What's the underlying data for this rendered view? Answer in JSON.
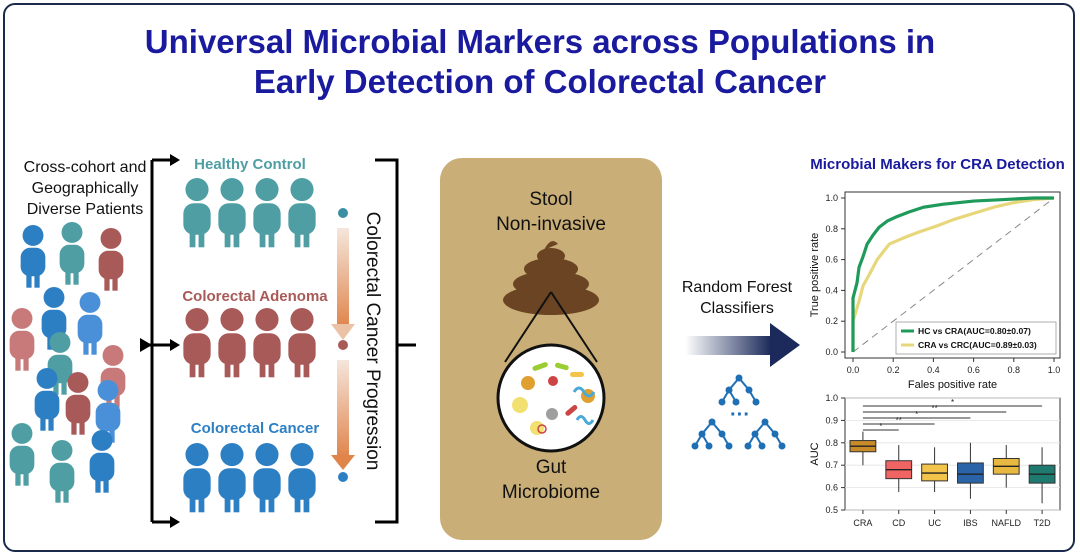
{
  "title_line1": "Universal Microbial Markers across Populations in",
  "title_line2": "Early Detection of Colorectal Cancer",
  "left_label": [
    "Cross-cohort and",
    "Geographically",
    "Diverse Patients"
  ],
  "groups": {
    "healthy": "Healthy Control",
    "adenoma": "Colorectal Adenoma",
    "cancer": "Colorectal Cancer"
  },
  "progression_label": "Colorectal Cancer Progression",
  "stool": {
    "line1": "Stool",
    "line2": "Non-invasive",
    "gut1": "Gut",
    "gut2": "Microbiome"
  },
  "classifier": {
    "line1": "Random Forest",
    "line2": "Classifiers",
    "dots": "···"
  },
  "colors": {
    "title": "#1a1a9e",
    "healthy": "#4e9ea3",
    "adenoma": "#a85a58",
    "cancer": "#2d7fc4",
    "stool_bg": "#c9ae78",
    "roc_hc_cra": "#1e9a5a",
    "roc_cra_crc": "#e8d77a"
  },
  "chart_data": [
    {
      "type": "line",
      "title": "Microbial Makers for CRA Detection",
      "xlabel": "Fales positive rate",
      "ylabel": "True positive rate",
      "xlim": [
        0,
        1
      ],
      "ylim": [
        0,
        1
      ],
      "xticks": [
        "0.0",
        "0.2",
        "0.4",
        "0.6",
        "0.8",
        "1.0"
      ],
      "yticks": [
        "0.0",
        "0.2",
        "0.4",
        "0.6",
        "0.8",
        "1.0"
      ],
      "legend_position": "bottom-right",
      "series": [
        {
          "name": "HC vs CRA(AUC=0.80±0.07)",
          "color": "#1e9a5a",
          "x": [
            0.0,
            0.0,
            0.02,
            0.03,
            0.05,
            0.07,
            0.1,
            0.13,
            0.17,
            0.22,
            0.28,
            0.35,
            0.45,
            0.6,
            0.75,
            0.9,
            1.0
          ],
          "y": [
            0.0,
            0.35,
            0.45,
            0.55,
            0.62,
            0.7,
            0.76,
            0.81,
            0.85,
            0.88,
            0.91,
            0.94,
            0.96,
            0.98,
            0.99,
            1.0,
            1.0
          ]
        },
        {
          "name": "CRA vs CRC(AUC=0.89±0.03)",
          "color": "#e8d77a",
          "x": [
            0.0,
            0.0,
            0.03,
            0.05,
            0.08,
            0.12,
            0.18,
            0.25,
            0.33,
            0.42,
            0.5,
            0.6,
            0.7,
            0.8,
            0.9,
            1.0
          ],
          "y": [
            0.0,
            0.2,
            0.33,
            0.43,
            0.5,
            0.6,
            0.7,
            0.74,
            0.78,
            0.82,
            0.86,
            0.9,
            0.94,
            0.97,
            0.99,
            1.0
          ]
        }
      ]
    },
    {
      "type": "box",
      "ylabel": "AUC",
      "ylim": [
        0.5,
        1.0
      ],
      "yticks": [
        "0.5",
        "0.6",
        "0.7",
        "0.8",
        "0.9",
        "1.0"
      ],
      "categories": [
        "CRA",
        "CD",
        "UC",
        "IBS",
        "NAFLD",
        "T2D"
      ],
      "colors": [
        "#c98a28",
        "#f06464",
        "#f2c44a",
        "#2a63a8",
        "#e8b840",
        "#1e7a6e"
      ],
      "boxes": [
        {
          "min": 0.7,
          "q1": 0.76,
          "median": 0.785,
          "q3": 0.81,
          "max": 0.85
        },
        {
          "min": 0.58,
          "q1": 0.64,
          "median": 0.68,
          "q3": 0.72,
          "max": 0.79
        },
        {
          "min": 0.58,
          "q1": 0.63,
          "median": 0.665,
          "q3": 0.705,
          "max": 0.78
        },
        {
          "min": 0.55,
          "q1": 0.62,
          "median": 0.66,
          "q3": 0.71,
          "max": 0.8
        },
        {
          "min": 0.6,
          "q1": 0.66,
          "median": 0.695,
          "q3": 0.73,
          "max": 0.79
        },
        {
          "min": 0.53,
          "q1": 0.62,
          "median": 0.66,
          "q3": 0.7,
          "max": 0.78
        }
      ],
      "significance": [
        "*",
        "**",
        "*",
        "**",
        "*"
      ]
    }
  ]
}
